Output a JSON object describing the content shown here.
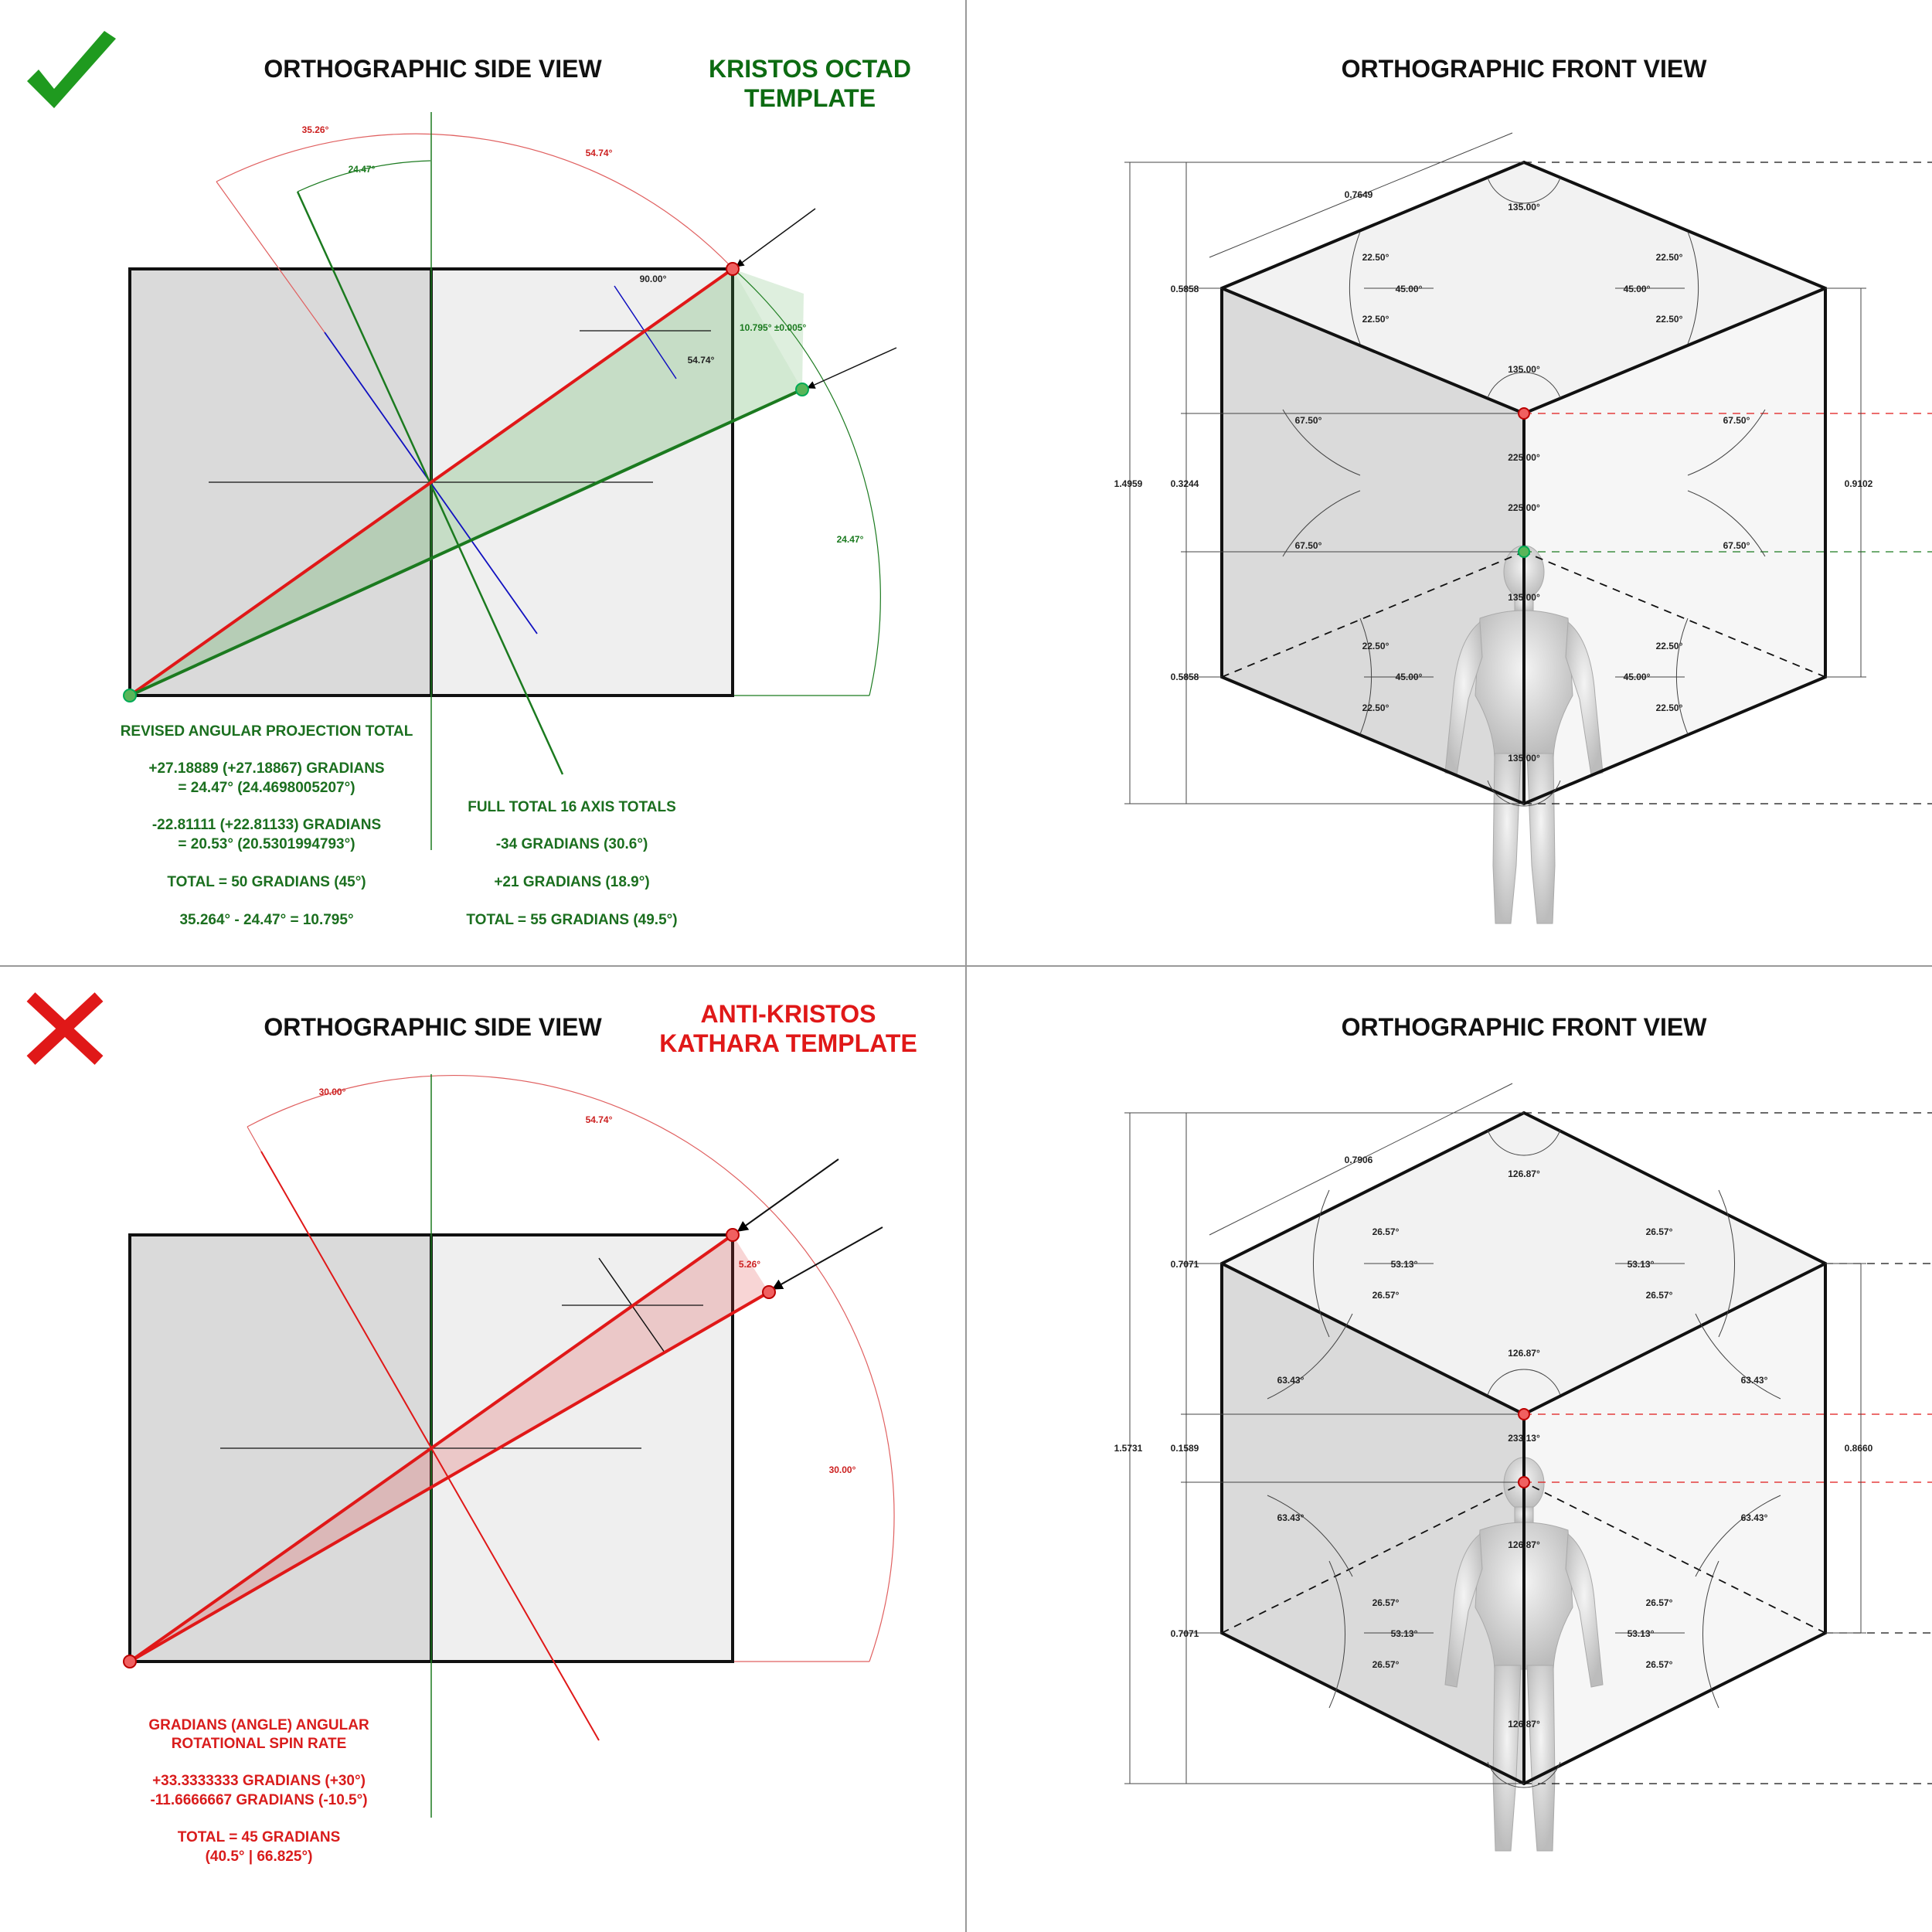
{
  "top": {
    "side": {
      "title": "ORTHOGRAPHIC SIDE VIEW",
      "template_line1": "KRISTOS OCTAD",
      "template_line2": "TEMPLATE",
      "angles": {
        "a1": "35.26°",
        "a2": "24.47°",
        "a3": "54.74°",
        "a4": "90.00°",
        "a5": "54.74°",
        "a6": "10.795° ±0.005°",
        "a7": "24.47°"
      },
      "notes": {
        "heading": "REVISED ANGULAR PROJECTION TOTAL",
        "l1": "+27.18889 (+27.18867) GRADIANS",
        "l2": "= 24.47° (24.4698005207°)",
        "l3": "-22.81111 (+22.81133) GRADIANS",
        "l4": "= 20.53° (20.5301994793°)",
        "l5": "TOTAL = 50 GRADIANS (45°)",
        "l6": "35.264° - 24.47° = 10.795°",
        "r_heading": "FULL TOTAL 16 AXIS TOTALS",
        "r1": "-34 GRADIANS (30.6°)",
        "r2": "+21 GRADIANS (18.9°)",
        "r3": "TOTAL = 55 GRADIANS (49.5°)"
      }
    },
    "front": {
      "title": "ORTHOGRAPHIC FRONT VIEW",
      "dims": {
        "edge": "0.7649",
        "left_top": "0.5858",
        "left_mid": "0.3244",
        "left_bot": "0.5858",
        "total": "1.4959",
        "right": "0.9102"
      },
      "angles": {
        "top": "135.00°",
        "a22": "22.50°",
        "a45": "45.00°",
        "center_top": "135.00°",
        "a67": "67.50°",
        "c225a": "225.00°",
        "c225b": "225.00°",
        "c135": "135.00°",
        "bottom": "135.00°"
      }
    }
  },
  "bottom": {
    "side": {
      "title": "ORTHOGRAPHIC SIDE VIEW",
      "template_line1": "ANTI-KRISTOS",
      "template_line2": "KATHARA TEMPLATE",
      "angles": {
        "a1": "30.00°",
        "a2": "54.74°",
        "a3": "5.26°",
        "a4": "30.00°"
      },
      "notes": {
        "heading1": "GRADIANS (ANGLE) ANGULAR",
        "heading2": "ROTATIONAL SPIN RATE",
        "l1": "+33.3333333 GRADIANS (+30°)",
        "l2": "-11.6666667 GRADIANS (-10.5°)",
        "l3": "TOTAL = 45 GRADIANS",
        "l4": "(40.5° | 66.825°)"
      }
    },
    "front": {
      "title": "ORTHOGRAPHIC FRONT VIEW",
      "dims": {
        "edge": "0.7906",
        "left_top": "0.7071",
        "left_mid": "0.1589",
        "left_bot": "0.7071",
        "total": "1.5731",
        "right": "0.8660"
      },
      "angles": {
        "top": "126.87°",
        "a26": "26.57°",
        "a53": "53.13°",
        "center_top": "126.87°",
        "a63": "63.43°",
        "c233": "233.13°",
        "c126": "126.87°",
        "bottom": "126.87°"
      }
    }
  },
  "colors": {
    "green": "#1b7a1f",
    "red": "#e01818"
  }
}
